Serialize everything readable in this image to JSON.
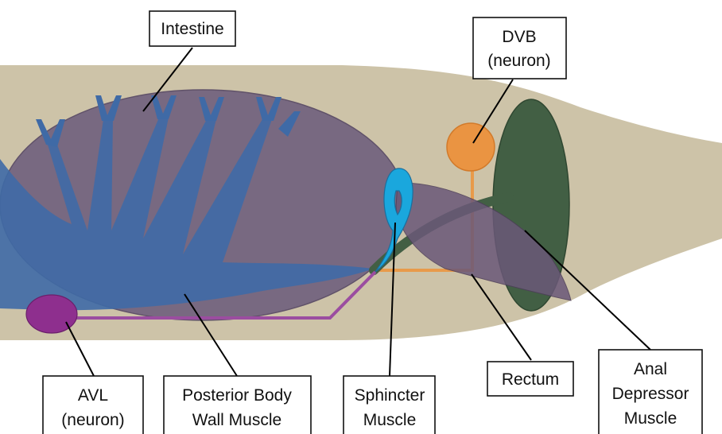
{
  "labels": {
    "intestine": "Intestine",
    "dvb": [
      "DVB",
      "(neuron)"
    ],
    "anal_depressor": [
      "Anal",
      "Depressor",
      "Muscle"
    ],
    "rectum": "Rectum",
    "sphincter": [
      "Sphincter",
      "Muscle"
    ],
    "posterior_body_wall": [
      "Posterior Body",
      "Wall Muscle"
    ],
    "avl": [
      "AVL",
      "(neuron)"
    ]
  },
  "colors": {
    "body": "#cdc3a8",
    "intestine": "#74657f",
    "body_wall_muscle": "#3f6aa6",
    "sphincter": "#1aa7dd",
    "rectum": "#6a5878",
    "anal_depressor": "#425f44",
    "dvb": "#ea9442",
    "avl": "#8e2f8e",
    "avl_process": "#9b4da0",
    "dvb_process": "#e89a4a"
  }
}
